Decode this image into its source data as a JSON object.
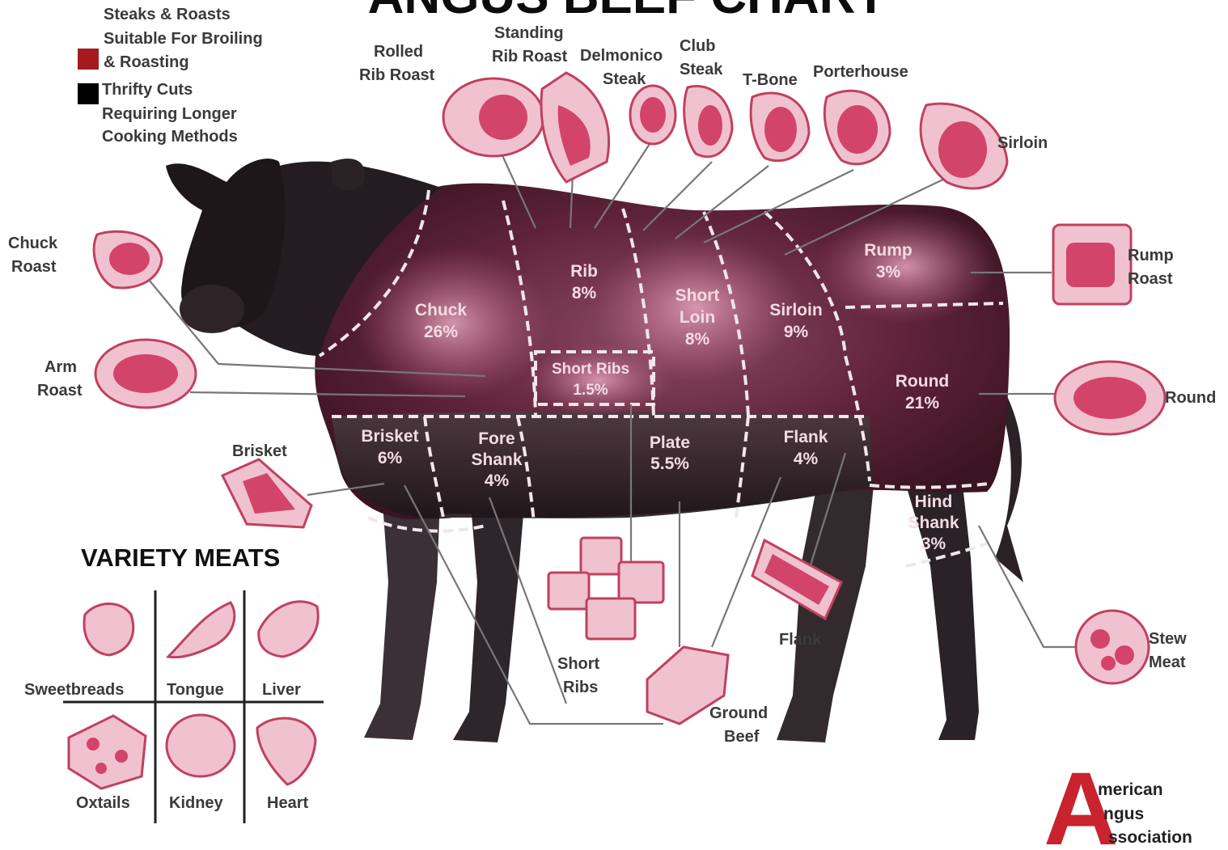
{
  "title": "ANGUS BEEF CHART",
  "legend": {
    "red_label": [
      "Steaks & Roasts",
      "Suitable For Broiling",
      "& Roasting"
    ],
    "black_label": [
      "Thrifty Cuts",
      "Requiring Longer",
      "Cooking Methods"
    ],
    "red_color": "#a51a1f",
    "black_color": "#000000"
  },
  "top_cuts": {
    "rolled_rib_roast": [
      "Rolled",
      "Rib Roast"
    ],
    "standing_rib_roast": [
      "Standing",
      "Rib Roast"
    ],
    "delmonico_steak": [
      "Delmonico",
      "Steak"
    ],
    "club_steak": [
      "Club",
      "Steak"
    ],
    "t_bone": "T-Bone",
    "porterhouse": "Porterhouse",
    "sirloin": "Sirloin"
  },
  "side_cuts": {
    "chuck_roast": [
      "Chuck",
      "Roast"
    ],
    "arm_roast": [
      "Arm",
      "Roast"
    ],
    "brisket": "Brisket",
    "rump_roast": [
      "Rump",
      "Roast"
    ],
    "round": "Round",
    "stew_meat": [
      "Stew",
      "Meat"
    ],
    "flank": "Flank",
    "short_ribs": [
      "Short",
      "Ribs"
    ],
    "ground_beef": [
      "Ground",
      "Beef"
    ]
  },
  "body_regions": {
    "chuck": [
      "Chuck",
      "26%"
    ],
    "rib": [
      "Rib",
      "8%"
    ],
    "short_loin": [
      "Short",
      "Loin",
      "8%"
    ],
    "sirloin": [
      "Sirloin",
      "9%"
    ],
    "rump": [
      "Rump",
      "3%"
    ],
    "round": [
      "Round",
      "21%"
    ],
    "short_ribs": [
      "Short Ribs",
      "1.5%"
    ],
    "brisket": [
      "Brisket",
      "6%"
    ],
    "fore_shank": [
      "Fore",
      "Shank",
      "4%"
    ],
    "plate": [
      "Plate",
      "5.5%"
    ],
    "flank": [
      "Flank",
      "4%"
    ],
    "hind_shank": [
      "Hind",
      "Shank",
      "3%"
    ]
  },
  "variety_meats": {
    "heading": "VARIETY MEATS",
    "items": [
      "Sweetbreads",
      "Tongue",
      "Liver",
      "Oxtails",
      "Kidney",
      "Heart"
    ]
  },
  "logo": {
    "letter": "A",
    "lines": [
      "merican",
      "ngus",
      "ssociation"
    ],
    "color": "#c9232d"
  }
}
